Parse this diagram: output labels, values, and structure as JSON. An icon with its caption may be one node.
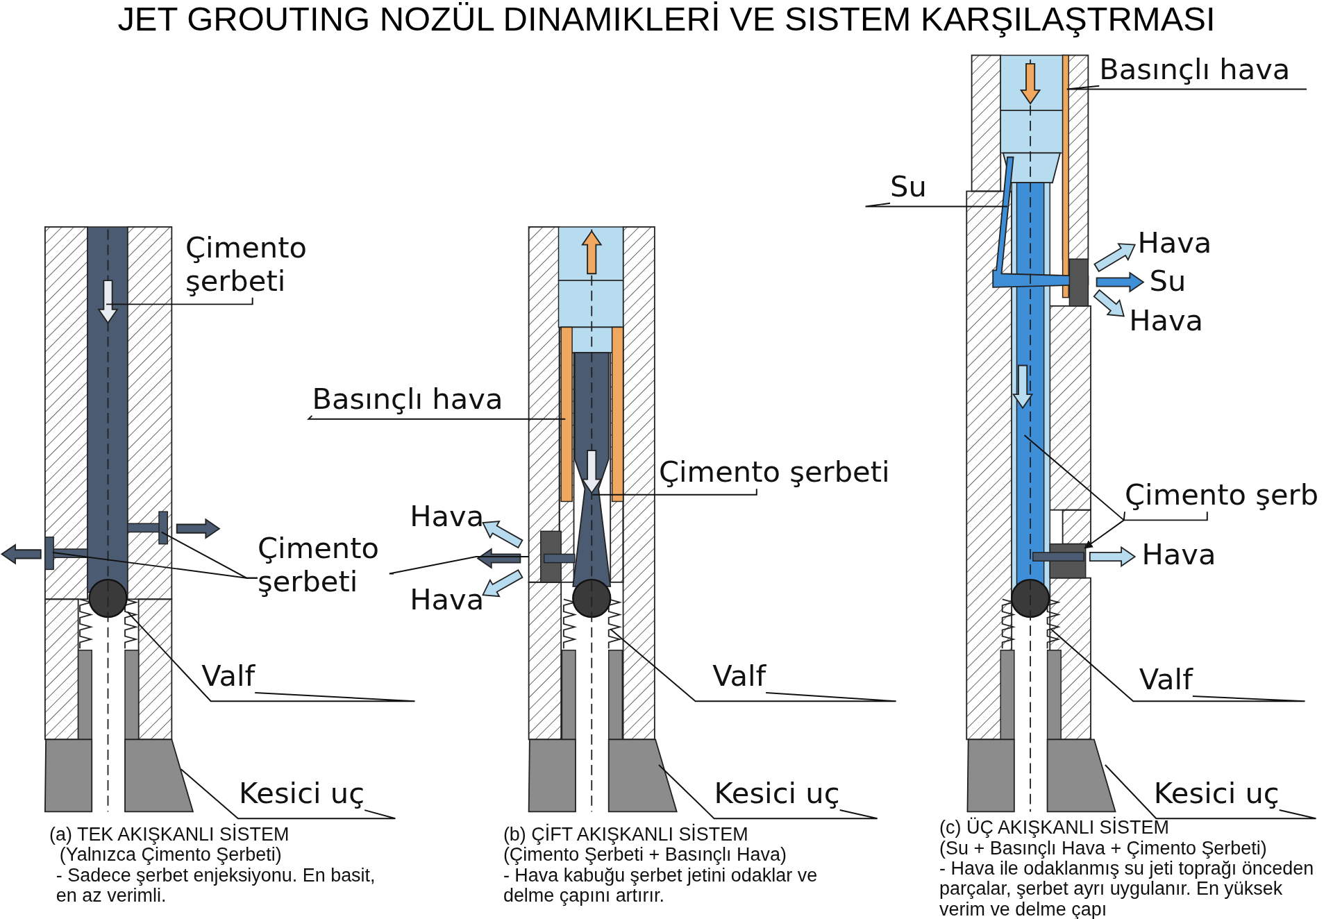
{
  "diagram": {
    "title": "JET GROUTING NOZÜL DINAMIKLERİ VE SISTEM KARŞILAŞTRMASI",
    "nodes": [
      {
        "text": [
          "Çimento şerbeti"
        ]
      },
      {
        "text": [
          "Çimento şerbeti"
        ]
      },
      {
        "text": [
          "Valf"
        ]
      },
      {
        "text": [
          "Kesici uç"
        ]
      },
      {
        "text": [
          "Basınçlı hava"
        ]
      },
      {
        "text": [
          "Çimento şerbeti"
        ]
      },
      {
        "text": [
          "Valf"
        ]
      },
      {
        "text": [
          "Kesici uç"
        ]
      },
      {
        "text": [
          "Basınçlı hava"
        ]
      },
      {
        "text": [
          "Su"
        ]
      },
      {
        "text": [
          "Çimento şerb"
        ]
      },
      {
        "text": [
          "Valf"
        ]
      },
      {
        "text": [
          "Kesici uç"
        ]
      },
      {
        "text": [],
        "shape": "picture"
      },
      {
        "text": [],
        "shape": "picture"
      },
      {
        "text": [],
        "shape": "picture"
      }
    ],
    "edges": [
      {
        "from": 0,
        "to": 13,
        "arrow": "none"
      },
      {
        "from": 1,
        "to": 13,
        "arrow": "none"
      },
      {
        "from": 1,
        "to": 13,
        "arrow": "none"
      },
      {
        "from": 1,
        "to": 14,
        "arrow": "none"
      },
      {
        "from": 2,
        "to": 13,
        "arrow": "none"
      },
      {
        "from": 3,
        "to": 13,
        "arrow": "none"
      },
      {
        "from": 4,
        "to": 14,
        "arrow": "none"
      },
      {
        "from": 5,
        "to": 14,
        "arrow": "none"
      },
      {
        "from": 6,
        "to": 14,
        "arrow": "none"
      },
      {
        "from": 7,
        "to": 14,
        "arrow": "none"
      },
      {
        "from": 8,
        "to": 15,
        "arrow": "none"
      },
      {
        "from": 9,
        "to": 15,
        "arrow": "none"
      },
      {
        "from": 10,
        "to": 15,
        "arrow": "none"
      },
      {
        "from": 10,
        "to": 15,
        "arrow": "to"
      },
      {
        "from": 11,
        "to": 15,
        "arrow": "none"
      },
      {
        "from": 12,
        "to": 15,
        "arrow": "none"
      }
    ],
    "labels": [
      "Hava",
      "Hava",
      "Hava",
      "Su",
      "Hava",
      "Hava",
      "(a) TEK AKIŞKANLI SİSTEM",
      "(Yalnızca Çimento Şerbeti)",
      "- Sadece şerbet enjeksiyonu. En basit, en az verimli.",
      "(b) ÇİFT AKIŞKANLI SİSTEM",
      "(Çimento Şerbeti + Basınçlı Hava)",
      "- Hava kabuğu şerbet jetini odaklar ve delme çapını artırır.",
      "(c) ÜÇ AKIŞKANLI SİSTEM",
      "(Su + Basınçlı Hava + Çimento Şerbeti)",
      "- Hava ile odaklanmış su jeti toprağı önceden parçalar, şerbet ayrı uygulanır. En yüksek verim ve delme çapı"
    ]
  }
}
